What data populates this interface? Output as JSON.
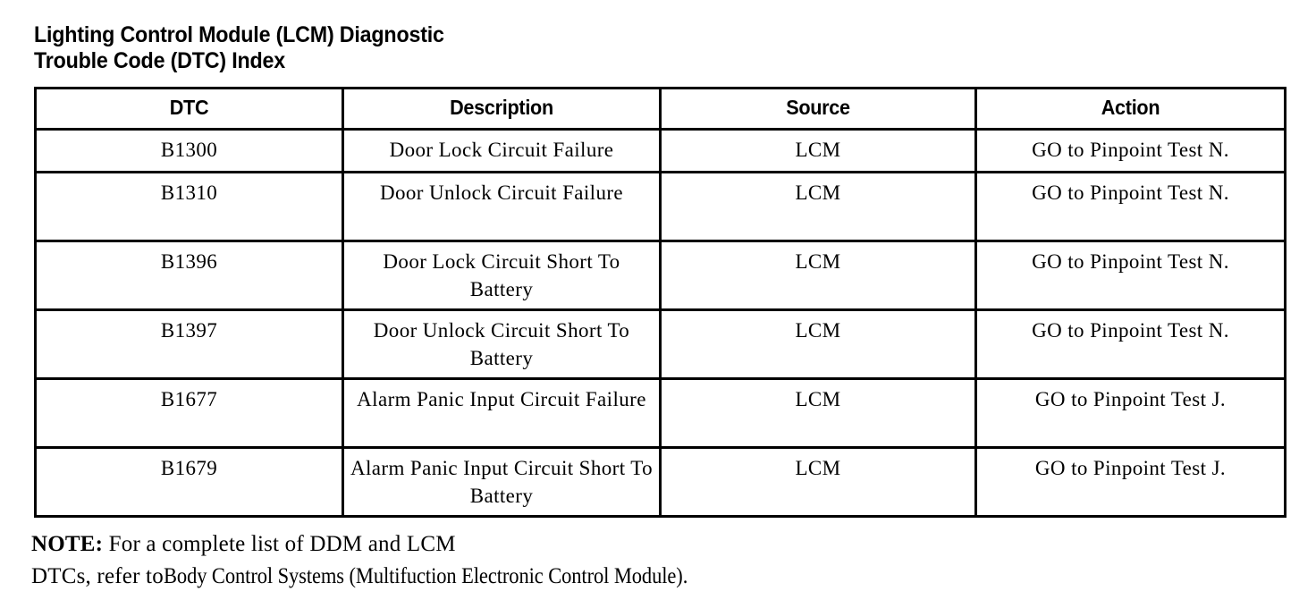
{
  "document": {
    "title": "Lighting Control Module (LCM) Diagnostic\nTrouble Code (DTC) Index"
  },
  "table": {
    "headers": [
      "DTC",
      "Description",
      "Source",
      "Action"
    ],
    "rows": [
      {
        "dtc": "B1300",
        "description": "Door Lock Circuit Failure",
        "source": "LCM",
        "action": "GO to Pinpoint Test N.",
        "size": "short"
      },
      {
        "dtc": "B1310",
        "description": "Door Unlock Circuit Failure",
        "source": "LCM",
        "action": "GO to Pinpoint Test N.",
        "size": "tall"
      },
      {
        "dtc": "B1396",
        "description": "Door Lock Circuit Short To Battery",
        "source": "LCM",
        "action": "GO to Pinpoint Test N.",
        "size": "tall"
      },
      {
        "dtc": "B1397",
        "description": "Door Unlock Circuit Short To Battery",
        "source": "LCM",
        "action": "GO to Pinpoint Test N.",
        "size": "tall"
      },
      {
        "dtc": "B1677",
        "description": "Alarm Panic Input Circuit Failure",
        "source": "LCM",
        "action": "GO to Pinpoint Test J.",
        "size": "tall"
      },
      {
        "dtc": "B1679",
        "description": "Alarm Panic Input Circuit Short To Battery",
        "source": "LCM",
        "action": "GO to Pinpoint Test J.",
        "size": "tall"
      }
    ]
  },
  "note": {
    "label": "NOTE:",
    "line1_text": " For a complete list of DDM and LCM",
    "line2_prefix": "DTCs, refer to",
    "line2_reference": "Body Control Systems (Multifuction Electronic Control Module)."
  },
  "colors": {
    "ink": "#000000",
    "paper": "#ffffff"
  }
}
